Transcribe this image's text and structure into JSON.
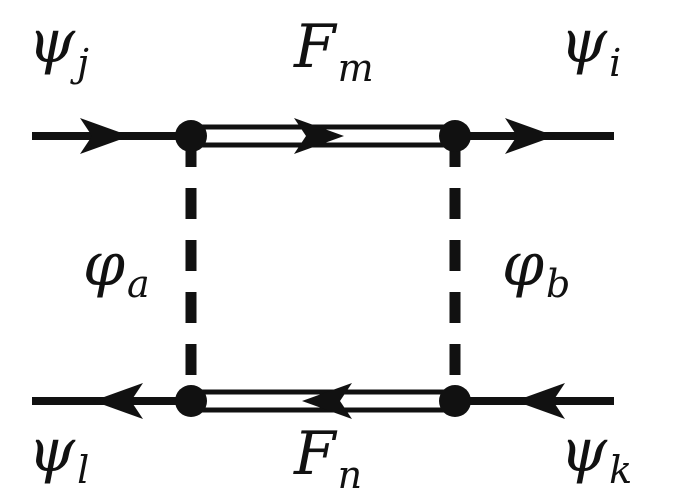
{
  "diagram": {
    "type": "feynman-box-diagram",
    "colors": {
      "line": "#111111",
      "background": "#ffffff"
    },
    "labels": {
      "top_left": {
        "symbol": "ψ",
        "subscript": "j"
      },
      "top_middle": {
        "symbol": "F",
        "subscript": "m"
      },
      "top_right": {
        "symbol": "ψ",
        "subscript": "i"
      },
      "left_scalar": {
        "symbol": "φ",
        "subscript": "a"
      },
      "right_scalar": {
        "symbol": "φ",
        "subscript": "b"
      },
      "bottom_left": {
        "symbol": "ψ",
        "subscript": "l"
      },
      "bottom_middle": {
        "symbol": "F",
        "subscript": "n"
      },
      "bottom_right": {
        "symbol": "ψ",
        "subscript": "k"
      }
    },
    "lines": {
      "external_fermions": [
        "ψj",
        "ψi",
        "ψl",
        "ψk"
      ],
      "internal_fermions": [
        "Fm",
        "Fn"
      ],
      "scalars": [
        "φa",
        "φb"
      ]
    }
  }
}
